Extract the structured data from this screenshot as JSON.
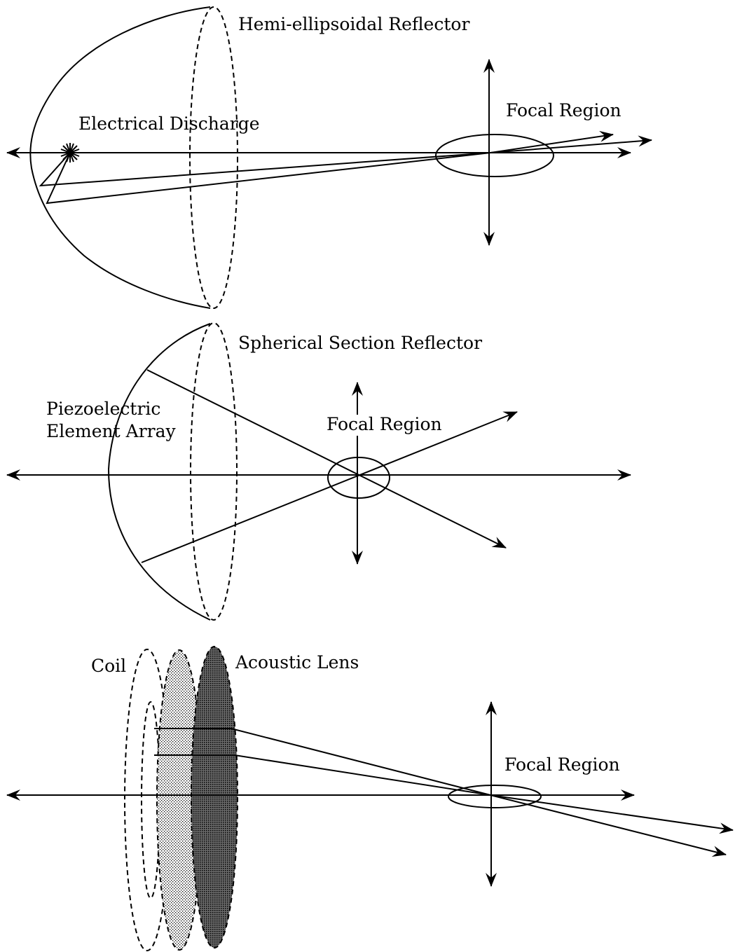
{
  "panels": {
    "hemi": {
      "reflector_label": "Hemi-ellipsoidal Reflector",
      "source_label": "Electrical Discharge",
      "focal_label": "Focal Region"
    },
    "spherical": {
      "reflector_label": "Spherical Section Reflector",
      "source_label_line1": "Piezoelectric",
      "source_label_line2": "Element Array",
      "focal_label": "Focal Region"
    },
    "electromagnetic": {
      "coil_label": "Coil",
      "lens_label": "Acoustic Lens",
      "focal_label": "Focal Region"
    }
  },
  "colors": {
    "ink": "#000000",
    "paper": "#ffffff"
  }
}
